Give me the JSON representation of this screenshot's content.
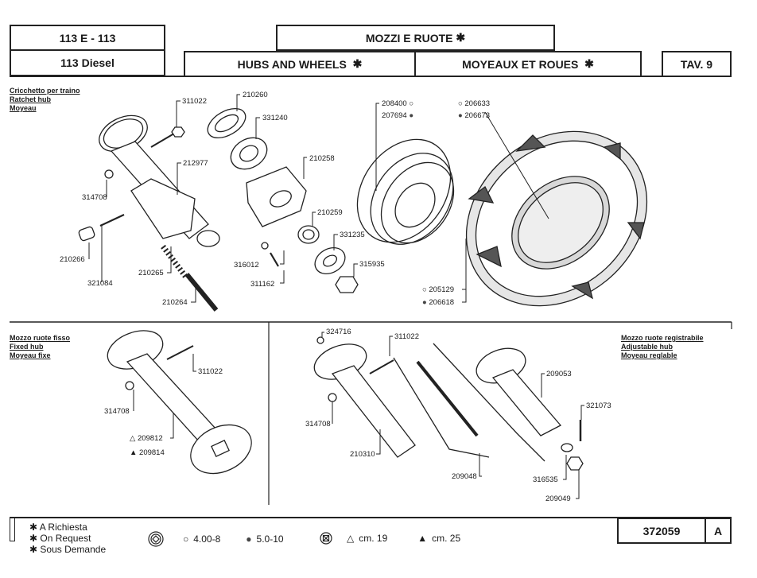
{
  "header": {
    "model_line1": "113 E - 113",
    "model_line2": "113 Diesel",
    "title_it": "MOZZI E RUOTE",
    "title_en": "HUBS AND WHEELS",
    "title_fr": "MOYEAUX ET ROUES",
    "star": "✱",
    "table_no": "TAV. 9"
  },
  "sections": {
    "ratchet": {
      "it": "Cricchetto per traino",
      "en": "Ratchet hub",
      "fr": "Moyeau"
    },
    "fixed": {
      "it": "Mozzo ruote fisso",
      "en": "Fixed hub",
      "fr": "Moyeau fixe"
    },
    "adjustable": {
      "it": "Mozzo ruote registrabile",
      "en": "Adjustable hub",
      "fr": "Moyeau reglable"
    }
  },
  "parts": {
    "ratchet": [
      "311022",
      "212977",
      "314708",
      "210266",
      "321084",
      "210265",
      "210264"
    ],
    "bearings": [
      "210260",
      "331240",
      "210258",
      "210259",
      "331235",
      "316012",
      "311162",
      "315935"
    ],
    "rim": [
      {
        "code": "208400",
        "marker": "open-circle"
      },
      {
        "code": "207694",
        "marker": "filled-circle"
      }
    ],
    "tyre_top": [
      {
        "code": "206633",
        "marker": "open-circle"
      },
      {
        "code": "206673",
        "marker": "filled-circle"
      }
    ],
    "tyre_bottom": [
      {
        "code": "205129",
        "marker": "open-circle"
      },
      {
        "code": "206618",
        "marker": "filled-circle"
      }
    ],
    "fixed_hub": [
      "311022",
      "314708"
    ],
    "fixed_hub_shaft": [
      {
        "code": "209812",
        "marker": "open-triangle"
      },
      {
        "code": "209814",
        "marker": "filled-triangle"
      }
    ],
    "adjustable_hub": [
      "324716",
      "311022",
      "314708",
      "210310",
      "209048",
      "209053",
      "321073",
      "316535",
      "209049"
    ]
  },
  "legend": {
    "request": [
      "A Richiesta",
      "On Request",
      "Sous Demande"
    ],
    "wheel_sizes": [
      {
        "marker": "open-circle",
        "label": "4.00-8"
      },
      {
        "marker": "filled-circle",
        "label": "5.0-10"
      }
    ],
    "hub_lengths": [
      {
        "marker": "open-triangle",
        "label": "cm. 19"
      },
      {
        "marker": "filled-triangle",
        "label": "cm. 25"
      }
    ]
  },
  "footer": {
    "doc_no": "372059",
    "rev": "A"
  }
}
